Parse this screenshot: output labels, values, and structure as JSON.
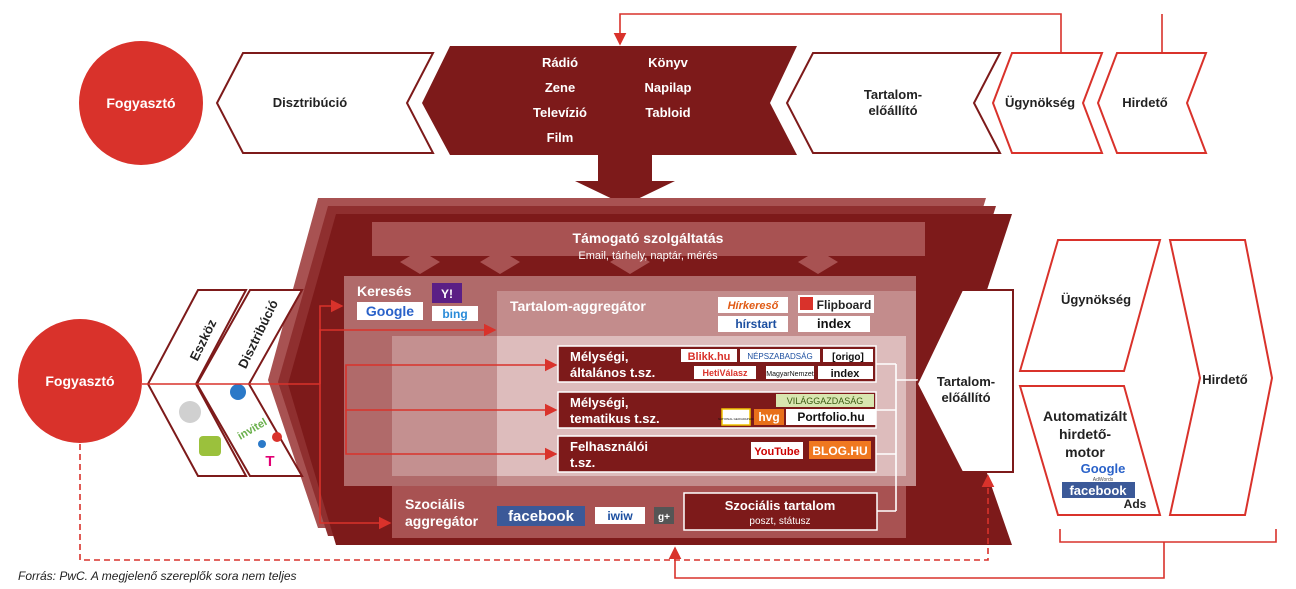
{
  "top": {
    "consumer": "Fogyasztó",
    "distribution": "Disztribúció",
    "media_left": [
      "Rádió",
      "Zene",
      "Televízió",
      "Film"
    ],
    "media_right": [
      "Könyv",
      "Napilap",
      "Tabloid"
    ],
    "content_producer_1": "Tartalom-",
    "content_producer_2": "előállító",
    "agency": "Ügynökség",
    "advertiser": "Hirdető"
  },
  "bottom": {
    "consumer": "Fogyasztó",
    "device": "Eszköz",
    "distribution": "Disztribúció",
    "support_title": "Támogató szolgáltatás",
    "support_sub": "Email, tárhely, naptár, mérés",
    "search": "Keresés",
    "aggregator": "Tartalom-aggregátor",
    "deep_general_1": "Mélységi,",
    "deep_general_2": "általános t.sz.",
    "deep_thematic_1": "Mélységi,",
    "deep_thematic_2": "tematikus t.sz.",
    "user_1": "Felhasználói",
    "user_2": "t.sz.",
    "social_agg_1": "Szociális",
    "social_agg_2": "aggregátor",
    "social_content": "Szociális tartalom",
    "social_content_sub": "poszt, státusz",
    "content_producer_1": "Tartalom-",
    "content_producer_2": "előállító",
    "agency": "Ügynökség",
    "advertiser": "Hirdető",
    "auto_1": "Automatizált",
    "auto_2": "hirdető-",
    "auto_3": "motor",
    "ads": "Ads"
  },
  "logos": {
    "yahoo": "Y!",
    "google": "Google",
    "bing": "bing",
    "hirkereso": "Hírkereső",
    "flipboard": "Flipboard",
    "hirstart": "hírstart",
    "index": "index",
    "blikk": "Blikk.hu",
    "nepszabadsag": "NÉPSZABADSÁG",
    "origo": "[origo]",
    "hetivalasz": "HetiVálasz",
    "magyarnemzet": "MagyarNemzet",
    "index2": "index",
    "vilaggazdasag": "VILÁGGAZDASÁG",
    "natgeo": "NATIONAL GEOGRAPHIC",
    "hvg": "hvg",
    "portfolio": "Portfolio.hu",
    "youtube": "YouTube",
    "bloghu": "BLOG.HU",
    "facebook": "facebook",
    "iwiw": "iwiw",
    "gplus": "g+",
    "invitel": "invitel",
    "tmobile": "T",
    "google_ads": "Google",
    "adwords": "AdWords",
    "facebook_ads": "facebook"
  },
  "footer": "Forrás: PwC. A megjelenő szereplők sora nem teljes",
  "colors": {
    "dark_red": "#7d1a1a",
    "mid_red": "#9a3a3a",
    "light_red": "#a85252",
    "accent_red": "#d9322b",
    "white": "#ffffff"
  }
}
